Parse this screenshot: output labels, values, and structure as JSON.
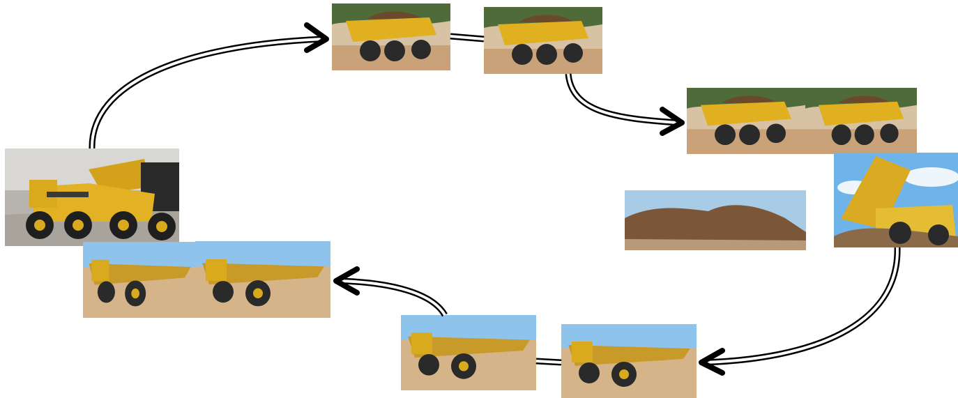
{
  "diagram": {
    "type": "cycle",
    "colors": {
      "truck_yellow": "#e0b020",
      "load_dirt": "#6b4a2b",
      "ground_dirt": "#c9a27a",
      "sky_blue": "#6fb4e8",
      "arrow": "#000000"
    },
    "nodes": [
      {
        "id": "loader-loading-truck",
        "icon": "wheel-loader-filling-articulated-truck-photo"
      },
      {
        "id": "loaded-truck-1",
        "icon": "loaded-dump-truck-photo"
      },
      {
        "id": "loaded-truck-2",
        "icon": "loaded-dump-truck-photo"
      },
      {
        "id": "loaded-truck-3",
        "icon": "loaded-dump-truck-photo"
      },
      {
        "id": "loaded-truck-4",
        "icon": "loaded-dump-truck-photo"
      },
      {
        "id": "truck-dumping",
        "icon": "truck-dumping-load-photo"
      },
      {
        "id": "dirt-pile",
        "icon": "dirt-pile-photo"
      },
      {
        "id": "empty-truck-1",
        "icon": "empty-dump-truck-photo"
      },
      {
        "id": "empty-truck-2",
        "icon": "empty-dump-truck-photo"
      },
      {
        "id": "empty-truck-3",
        "icon": "empty-dump-truck-photo"
      },
      {
        "id": "empty-truck-4",
        "icon": "empty-dump-truck-photo"
      }
    ],
    "edges": [
      {
        "from": "loader-loading-truck",
        "to": "loaded-truck-1"
      },
      {
        "from": "loaded-truck-2",
        "to": "loaded-truck-3"
      },
      {
        "from": "truck-dumping",
        "to": "empty-truck-4"
      },
      {
        "from": "empty-truck-3",
        "to": "empty-truck-2"
      }
    ]
  }
}
